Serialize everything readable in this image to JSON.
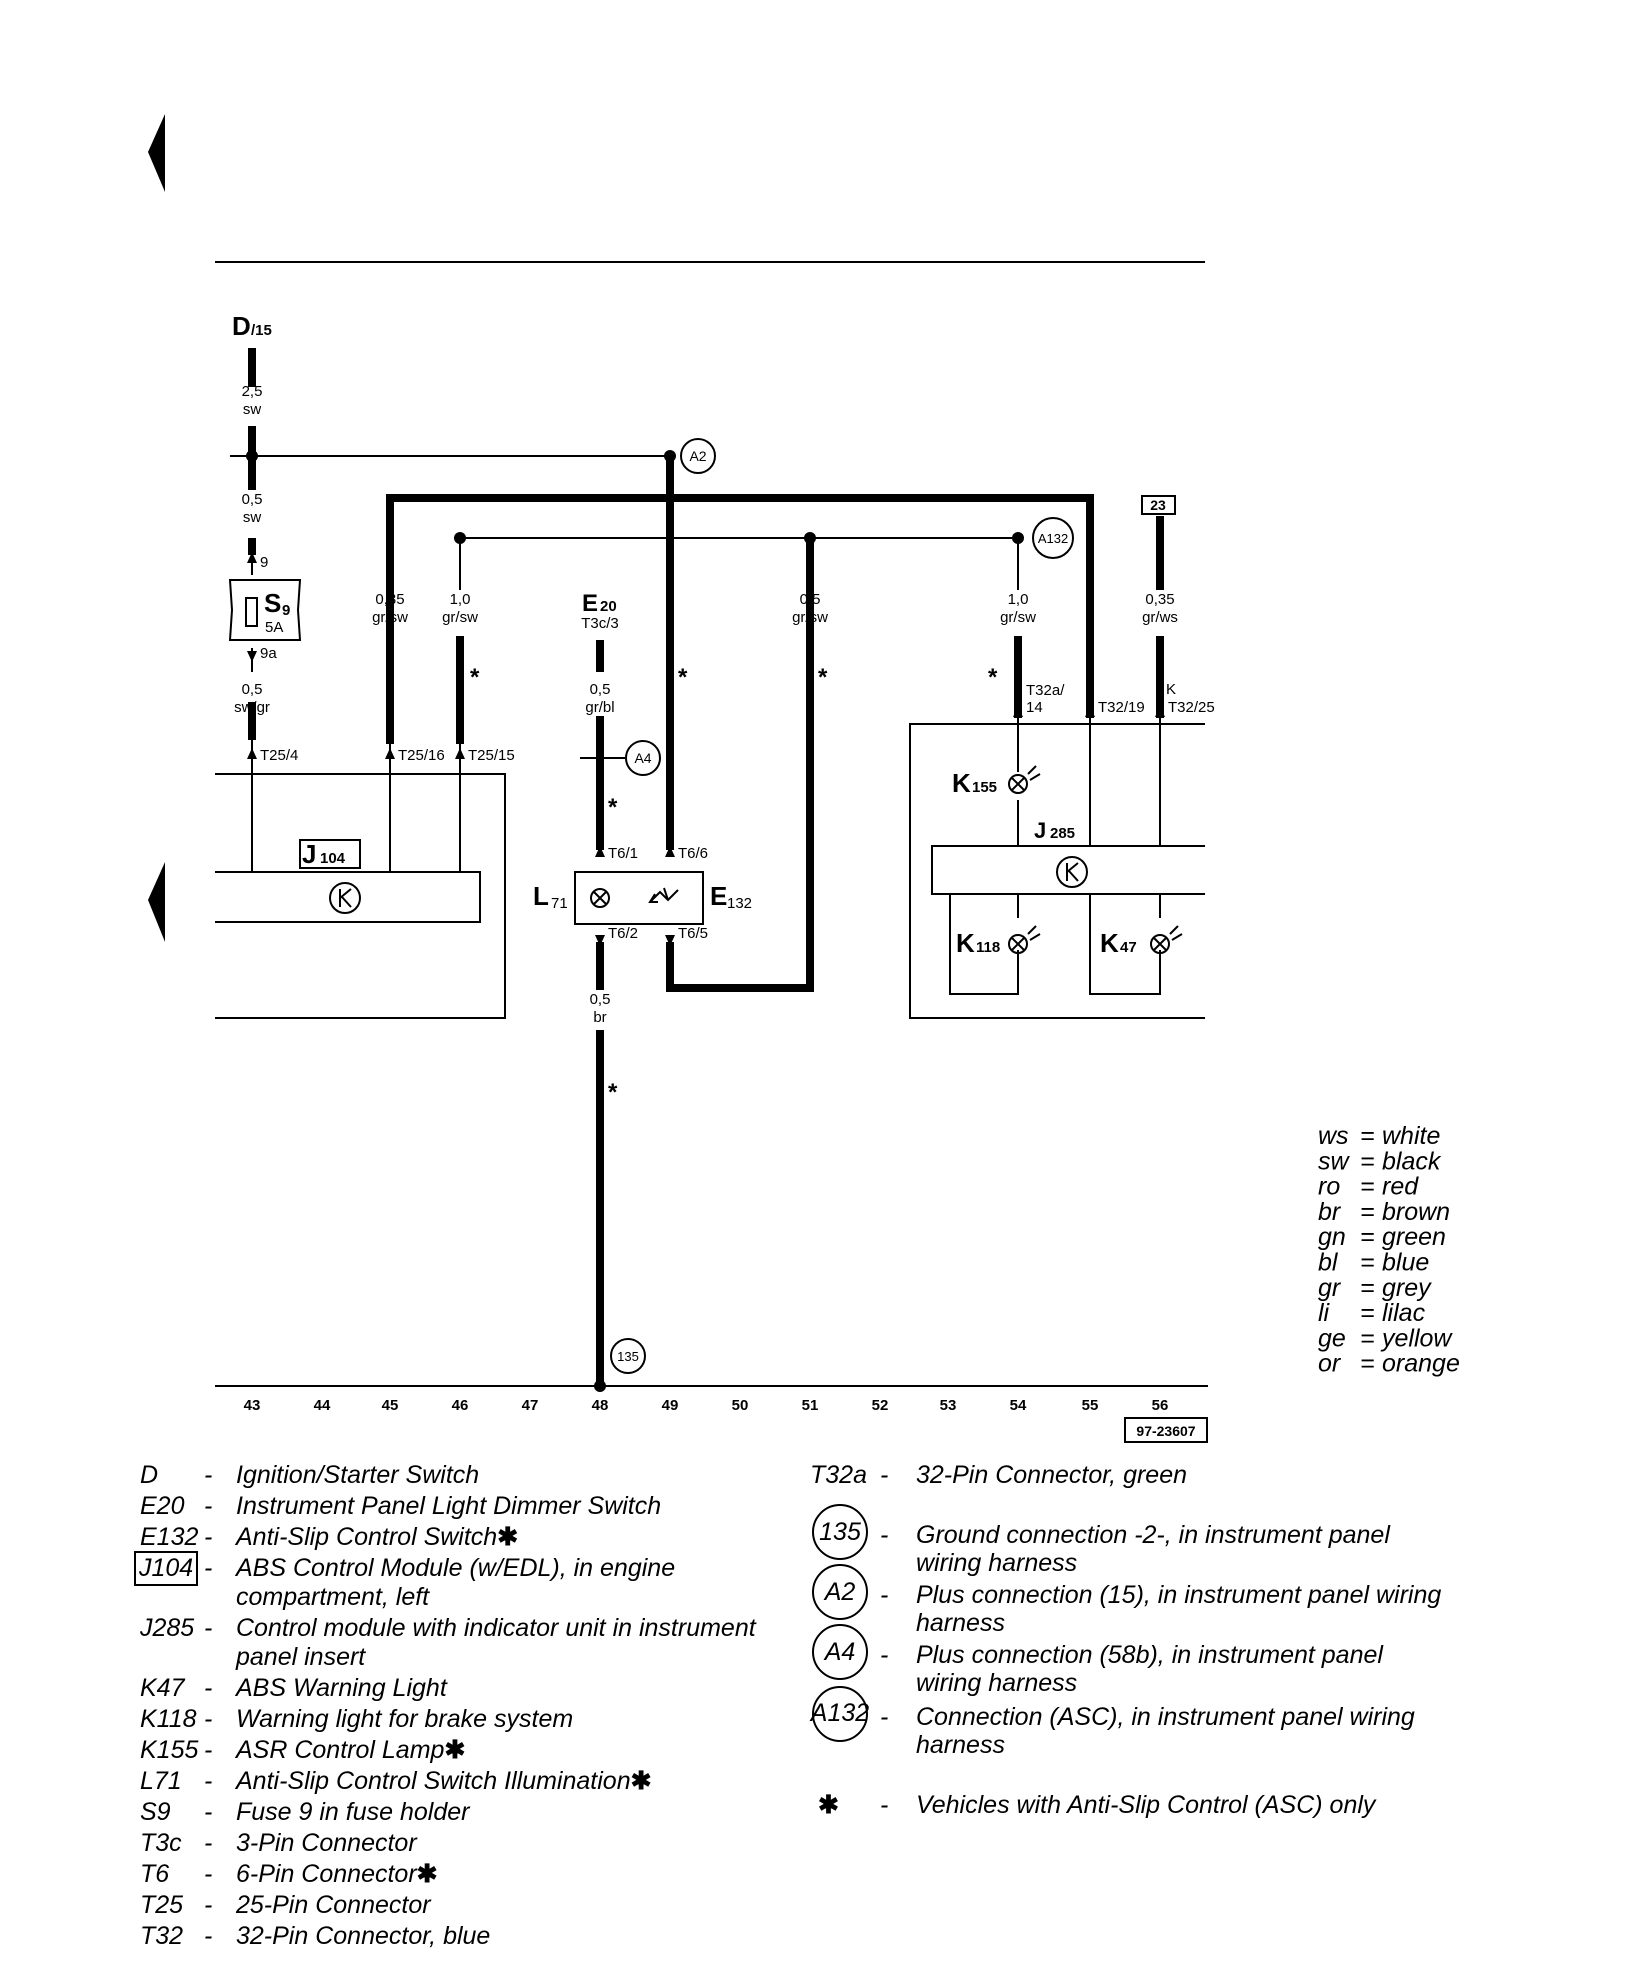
{
  "diagram": {
    "top_labels": {
      "d15_main": "D",
      "d15_sub": "/15",
      "e20_main": "E",
      "e20_sub": "20",
      "e20_conn": "T3c/3"
    },
    "wires": {
      "w_d_a": "2,5",
      "w_d_b": "sw",
      "w_s9_a": "0,5",
      "w_s9_b": "sw",
      "w_s9o_a": "0,5",
      "w_s9o_b": "sw/gr",
      "w45_a": "0,35",
      "w45_b": "gr/sw",
      "w46_a": "1,0",
      "w46_b": "gr/sw",
      "w48_a": "0,5",
      "w48_b": "gr/bl",
      "w48b_a": "0,5",
      "w48b_b": "br",
      "w51_a": "0,5",
      "w51_b": "gr/sw",
      "w54_a": "1,0",
      "w54_b": "gr/sw",
      "w56_a": "0,35",
      "w56_b": "gr/ws"
    },
    "pins": {
      "s9_in": "9",
      "s9_out": "9a",
      "t25_4": "T25/4",
      "t25_16": "T25/16",
      "t25_15": "T25/15",
      "t6_1": "T6/1",
      "t6_6": "T6/6",
      "t6_2": "T6/2",
      "t6_5": "T6/5",
      "t32a_14a": "T32a/",
      "t32a_14b": "14",
      "t32_19": "T32/19",
      "t32_25": "T32/25",
      "k_mark": "K"
    },
    "fuse": {
      "label": "S",
      "sub": "9",
      "rating": "5A"
    },
    "components": {
      "j104": "J",
      "j104_sub": "104",
      "j285": "J",
      "j285_sub": "285",
      "l71": "L",
      "l71_sub": "71",
      "e132": "E",
      "e132_sub": "132",
      "k155": "K",
      "k155_sub": "155",
      "k118": "K",
      "k118_sub": "118",
      "k47": "K",
      "k47_sub": "47"
    },
    "connections": {
      "a2": "A2",
      "a4": "A4",
      "a132": "A132",
      "g135": "135",
      "ref23": "23"
    },
    "star": "*",
    "tracks": [
      "43",
      "44",
      "45",
      "46",
      "47",
      "48",
      "49",
      "50",
      "51",
      "52",
      "53",
      "54",
      "55",
      "56"
    ],
    "figure_id": "97-23607"
  },
  "color_legend": [
    {
      "code": "ws",
      "name": "white"
    },
    {
      "code": "sw",
      "name": "black"
    },
    {
      "code": "ro",
      "name": "red"
    },
    {
      "code": "br",
      "name": "brown"
    },
    {
      "code": "gn",
      "name": "green"
    },
    {
      "code": "bl",
      "name": "blue"
    },
    {
      "code": "gr",
      "name": "grey"
    },
    {
      "code": "li",
      "name": "lilac"
    },
    {
      "code": "ge",
      "name": "yellow"
    },
    {
      "code": "or",
      "name": "orange"
    }
  ],
  "legend_left": [
    {
      "code": "D",
      "text": "Ignition/Starter Switch"
    },
    {
      "code": "E20",
      "text": "Instrument Panel Light Dimmer Switch"
    },
    {
      "code": "E132",
      "text": "Anti-Slip Control Switch",
      "star": "✱"
    },
    {
      "code": "J104",
      "text": "ABS Control Module (w/EDL), in engine",
      "text2": "compartment, left"
    },
    {
      "code": "J285",
      "text": "Control module with indicator unit in instrument",
      "text2": "panel insert"
    },
    {
      "code": "K47",
      "text": "ABS Warning Light"
    },
    {
      "code": "K118",
      "text": "Warning light for brake system"
    },
    {
      "code": "K155",
      "text": "ASR Control Lamp",
      "star": "✱"
    },
    {
      "code": "L71",
      "text": "Anti-Slip Control Switch Illumination",
      "star": "✱"
    },
    {
      "code": "S9",
      "text": "Fuse 9 in fuse holder"
    },
    {
      "code": "T3c",
      "text": "3-Pin Connector"
    },
    {
      "code": "T6",
      "text": "6-Pin Connector",
      "star": "✱"
    },
    {
      "code": "T25",
      "text": "25-Pin Connector"
    },
    {
      "code": "T32",
      "text": "32-Pin Connector, blue"
    }
  ],
  "legend_right": {
    "t32a": {
      "code": "T32a",
      "text": "32-Pin Connector, green"
    },
    "g135": {
      "code": "135",
      "text": "Ground connection -2-, in instrument panel",
      "text2": "wiring harness"
    },
    "a2": {
      "code": "A2",
      "text": "Plus connection (15), in instrument panel wiring",
      "text2": "harness"
    },
    "a4": {
      "code": "A4",
      "text": "Plus connection (58b), in instrument panel",
      "text2": "wiring harness"
    },
    "a132": {
      "code": "A132",
      "text": "Connection (ASC), in instrument panel wiring",
      "text2": "harness"
    },
    "star": {
      "code": "✱",
      "text": "Vehicles with Anti-Slip Control (ASC) only"
    }
  },
  "dash_char": "-",
  "eq_char": "="
}
